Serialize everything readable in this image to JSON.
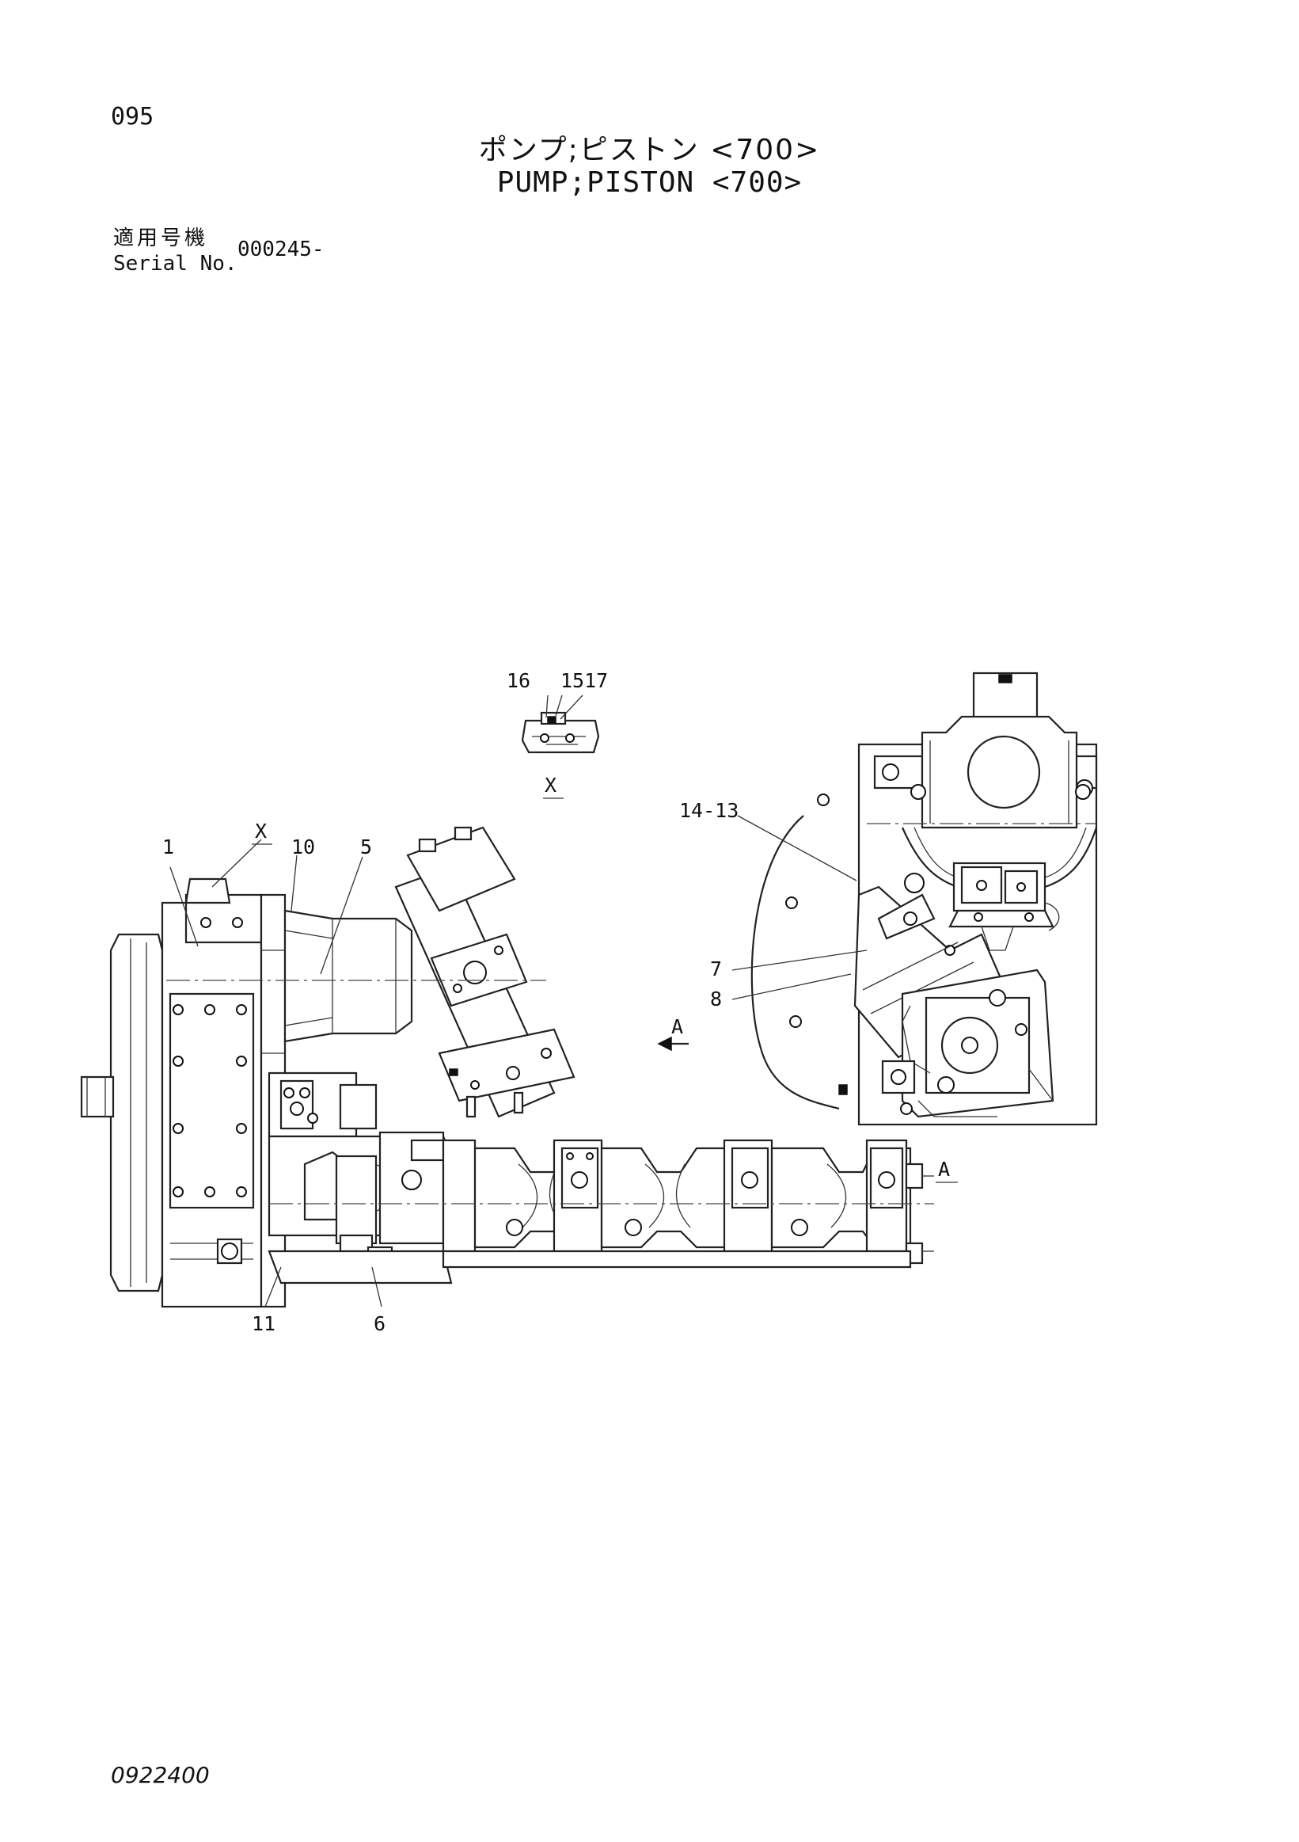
{
  "header": {
    "page_number": "095",
    "title_jp": "ポンプ;ピストン <700>",
    "title_en": "PUMP;PISTON <700>",
    "serial_label_jp": "適用号機",
    "serial_label_en": "Serial No.",
    "serial_value": "000245-"
  },
  "callouts": {
    "c1": "1",
    "c5": "5",
    "c6": "6",
    "c7": "7",
    "c8": "8",
    "c10": "10",
    "c11": "11",
    "c14_13": "14-13",
    "c16": "16",
    "c15_17": "1517"
  },
  "view_labels": {
    "x_marker": "X",
    "x_detail": "X",
    "a_arrow": "A",
    "a_view": "A"
  },
  "footer": {
    "doc_code": "0922400"
  }
}
